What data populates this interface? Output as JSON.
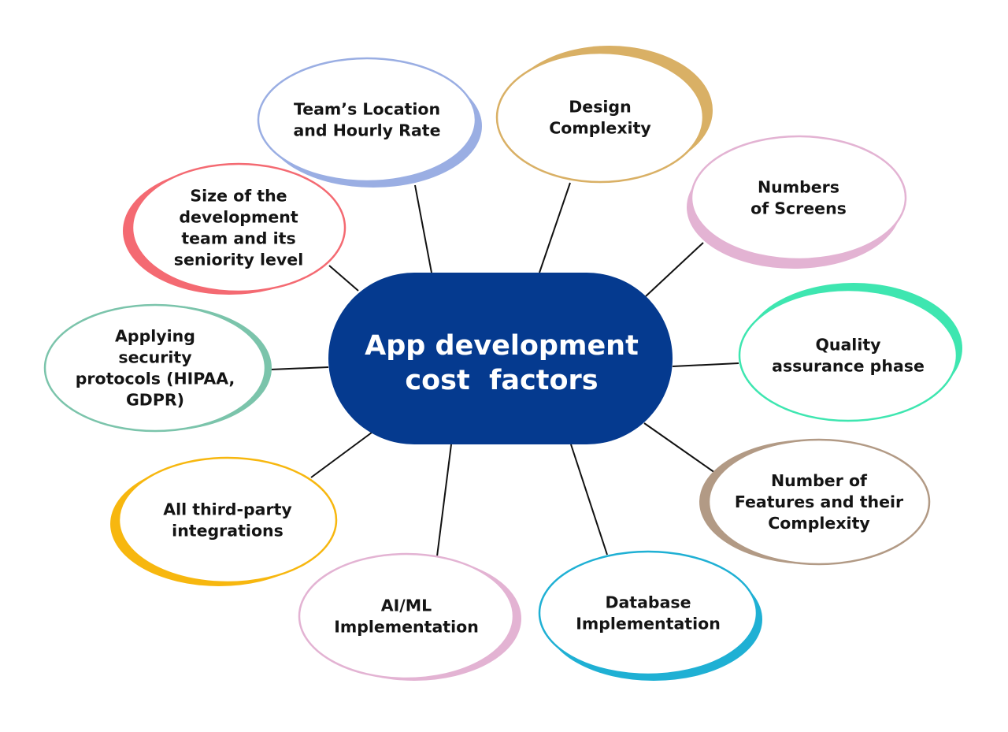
{
  "diagram": {
    "center": {
      "lines": [
        "App development",
        "cost  factors"
      ],
      "color": "#053a8f"
    },
    "factors": [
      {
        "id": "team-location-hourly-rate",
        "lines": [
          "Team’s Location",
          "and Hourly Rate"
        ],
        "color": "#9aaee3"
      },
      {
        "id": "design-complexity",
        "lines": [
          "Design",
          "Complexity"
        ],
        "color": "#d9b065"
      },
      {
        "id": "numbers-of-screens",
        "lines": [
          "Numbers",
          "of Screens"
        ],
        "color": "#e3b3d3"
      },
      {
        "id": "quality-assurance-phase",
        "lines": [
          "Quality",
          "assurance phase"
        ],
        "color": "#3ee6b0"
      },
      {
        "id": "number-of-features-complexity",
        "lines": [
          "Number of",
          "Features and their",
          "Complexity"
        ],
        "color": "#b29a85"
      },
      {
        "id": "database-implementation",
        "lines": [
          "Database",
          "Implementation"
        ],
        "color": "#1fb0d4"
      },
      {
        "id": "ai-ml-implementation",
        "lines": [
          "AI/ML",
          "Implementation"
        ],
        "color": "#e3b3d3"
      },
      {
        "id": "third-party-integrations",
        "lines": [
          "All third-party",
          "integrations"
        ],
        "color": "#f7b70f"
      },
      {
        "id": "security-protocols",
        "lines": [
          "Applying",
          "security",
          "protocols (HIPAA,",
          "GDPR)"
        ],
        "color": "#7bc4ab"
      },
      {
        "id": "team-size-seniority",
        "lines": [
          "Size of the",
          "development",
          "team and its",
          "seniority level"
        ],
        "color": "#f46a72"
      }
    ]
  }
}
